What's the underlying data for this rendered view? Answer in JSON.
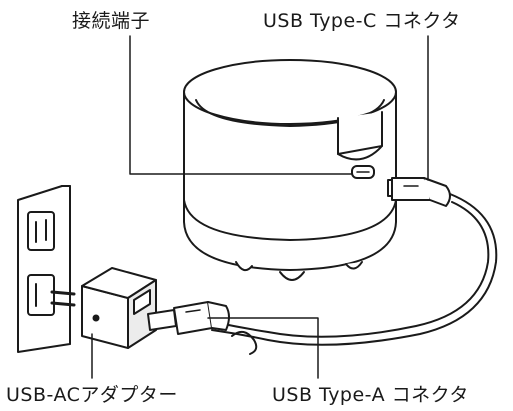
{
  "labels": {
    "connection_port": "接続端子",
    "usb_type_c": "USB Type-C コネクタ",
    "adapter": "USB-ACアダプター",
    "usb_type_a": "USB Type-A コネクタ"
  },
  "colors": {
    "line": "#1a1a1a",
    "fill": "#ffffff",
    "shade": "#ececec"
  }
}
